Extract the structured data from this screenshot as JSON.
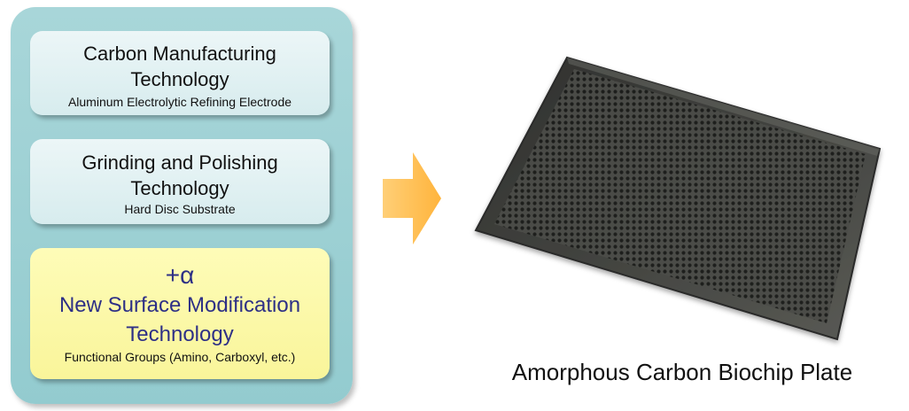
{
  "technologies": [
    {
      "title": "Carbon Manufacturing Technology",
      "subtitle": "Aluminum Electrolytic Refining Electrode"
    },
    {
      "title": "Grinding and Polishing Technology",
      "subtitle": "Hard Disc Substrate"
    }
  ],
  "new_technology": {
    "prefix": "+α",
    "title": "New Surface Modification Technology",
    "subtitle": "Functional Groups (Amino, Carboxyl, etc.)"
  },
  "caption": "Amorphous Carbon Biochip Plate",
  "colors": {
    "panel": "#9fd2d5",
    "tech_box": "#e2f1f3",
    "new_box": "#fbf7a6",
    "new_text": "#2e3086",
    "arrow": "#ffc45e",
    "plate": "#3e3f3c"
  },
  "icons": {
    "arrow": "right-arrow-icon"
  }
}
